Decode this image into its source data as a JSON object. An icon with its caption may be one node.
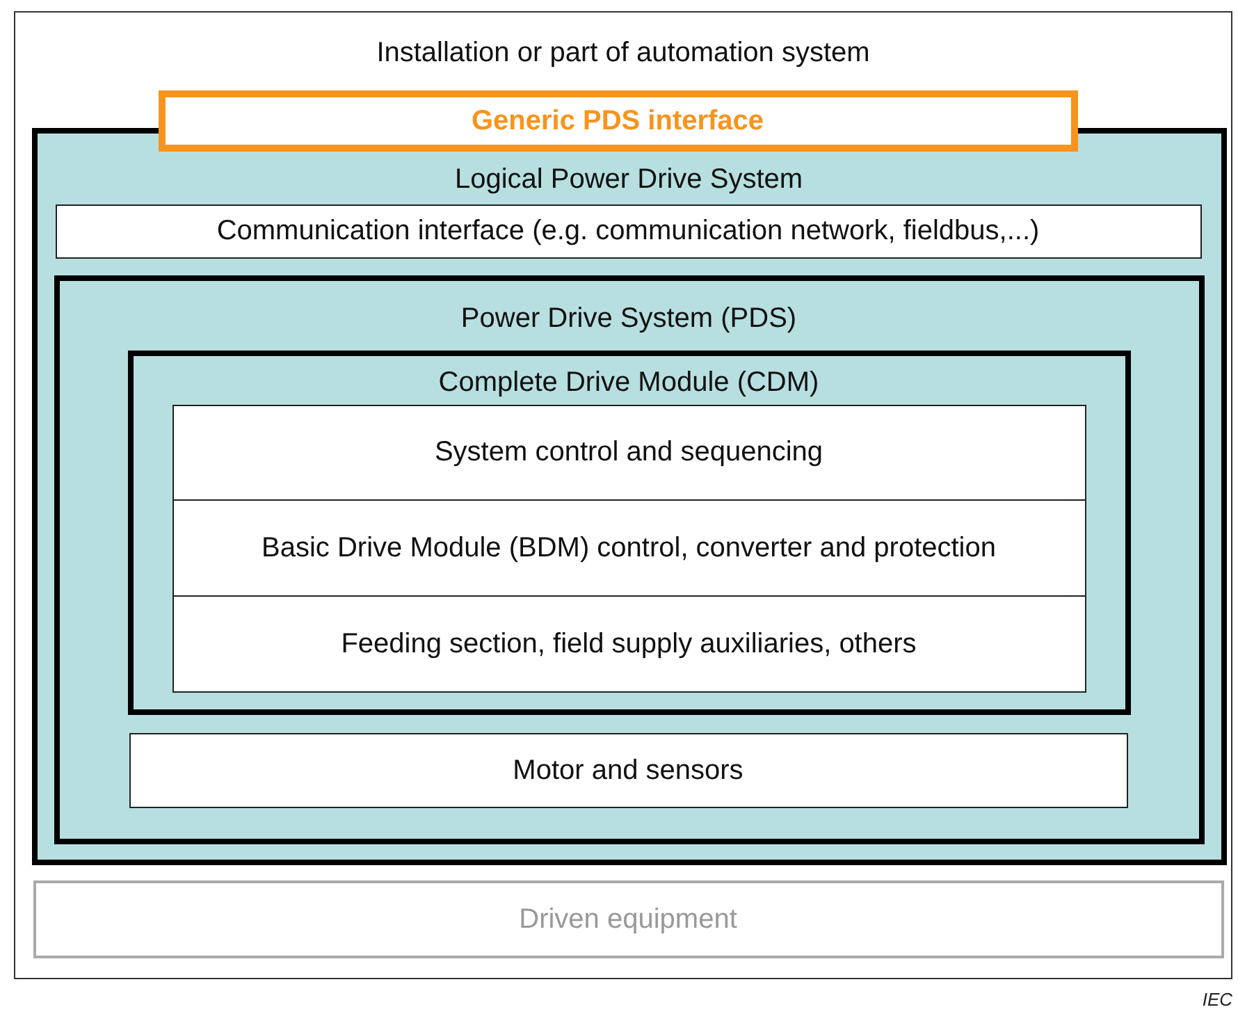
{
  "diagram": {
    "nodes": [
      {
        "text": [
          "Installation or part of automation system"
        ]
      },
      {
        "text": [
          "Generic PDS interface"
        ],
        "in": 0
      },
      {
        "text": [
          "Logical Power Drive System"
        ],
        "in": 0
      },
      {
        "text": [
          "Communication interface (e.g. communication network, fieldbus,...)"
        ],
        "in": 2
      },
      {
        "text": [
          "Power Drive System (PDS)"
        ],
        "in": 2
      },
      {
        "text": [
          "Complete Drive Module (CDM)"
        ],
        "in": 4
      },
      {
        "text": [
          "System control and sequencing"
        ],
        "in": 5
      },
      {
        "text": [
          "Basic Drive Module (BDM) control, converter and protection"
        ],
        "in": 5
      },
      {
        "text": [
          "Feeding section, field supply auxiliaries, others"
        ],
        "in": 5
      },
      {
        "text": [
          "Motor and sensors"
        ],
        "in": 4
      },
      {
        "text": [
          "Driven equipment"
        ],
        "in": 0
      }
    ],
    "labels": [
      "IEC"
    ]
  }
}
